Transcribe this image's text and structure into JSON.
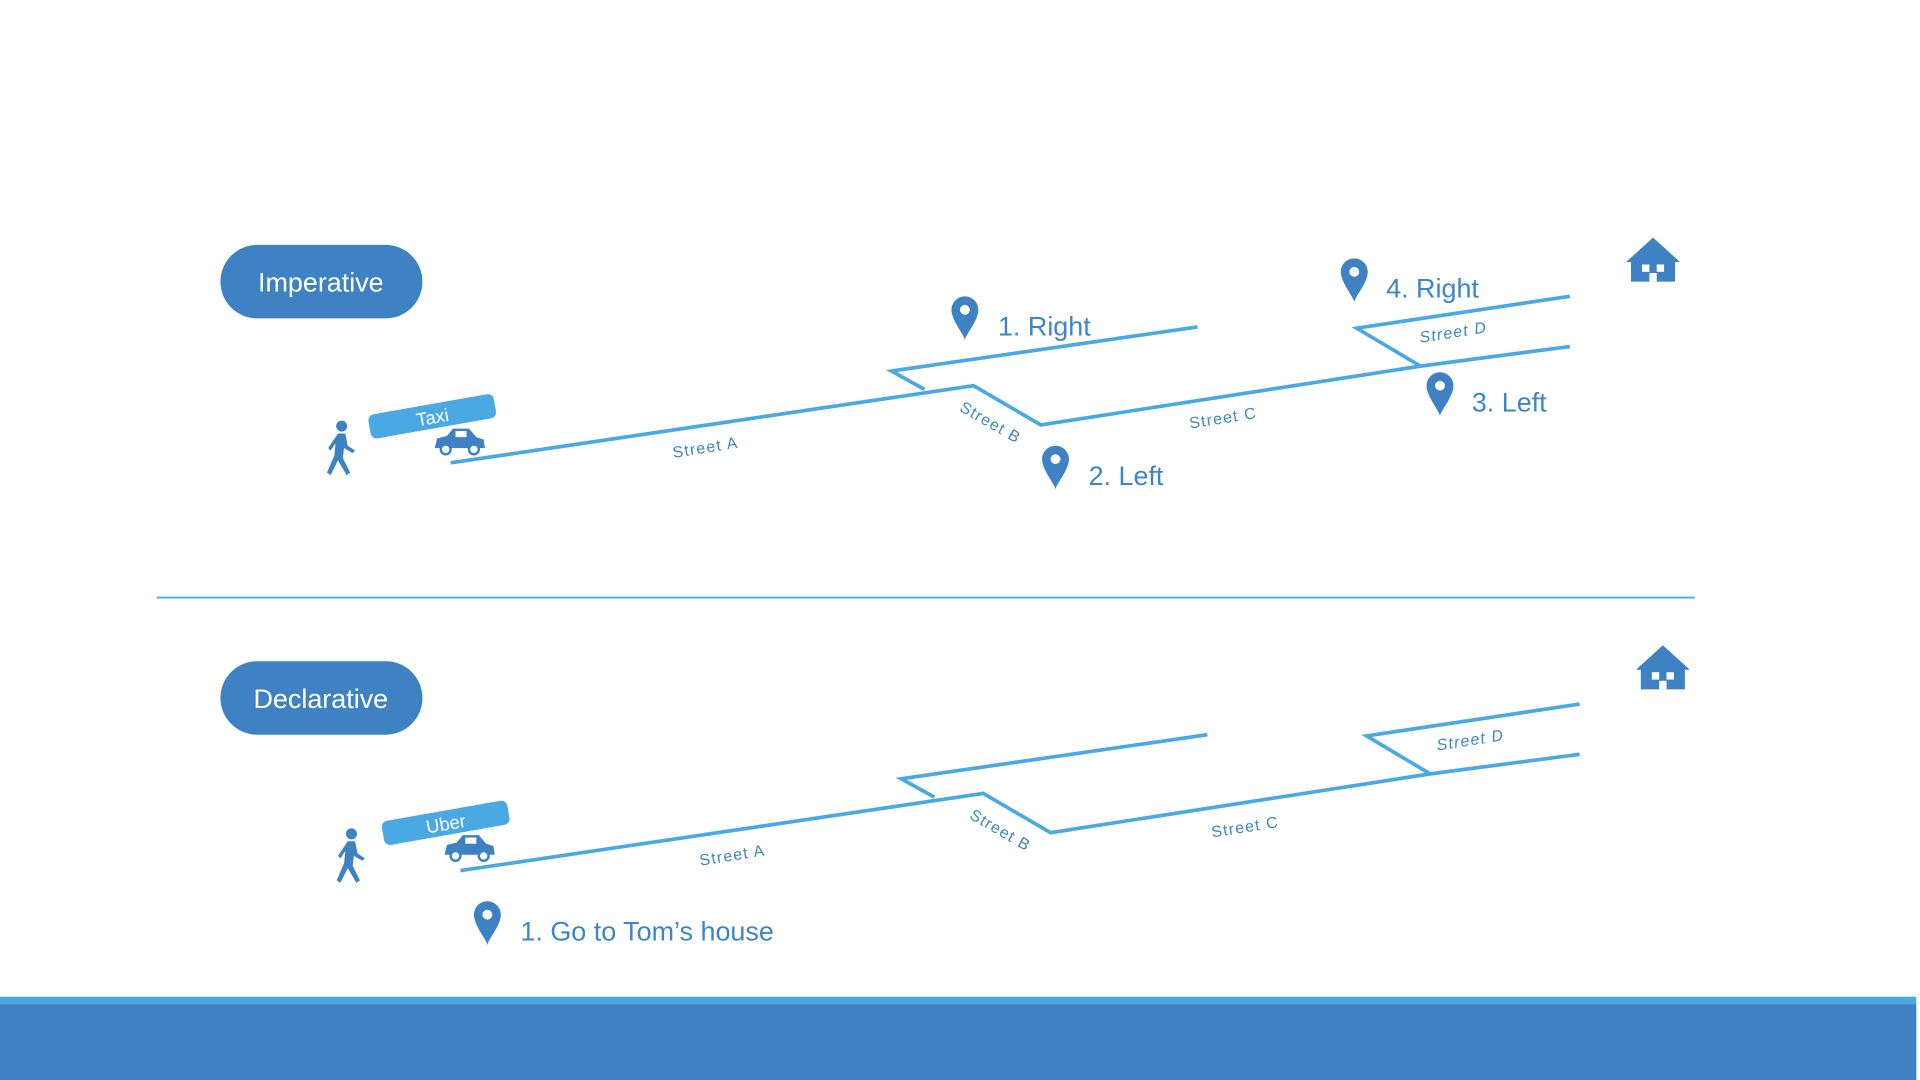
{
  "imperative": {
    "title": "Imperative",
    "vehicle": "Taxi",
    "streets": [
      "Street A",
      "Street B",
      "Street C",
      "Street D"
    ],
    "steps": [
      "1. Right",
      "2. Left",
      "3. Left",
      "4. Right"
    ]
  },
  "declarative": {
    "title": "Declarative",
    "vehicle": "Uber",
    "streets": [
      "Street A",
      "Street B",
      "Street C",
      "Street D"
    ],
    "steps": [
      "1. Go to Tom’s house"
    ]
  },
  "colors": {
    "accent": "#3e82c3",
    "road": "#4aa9e3",
    "footer": "#3f81c1"
  }
}
